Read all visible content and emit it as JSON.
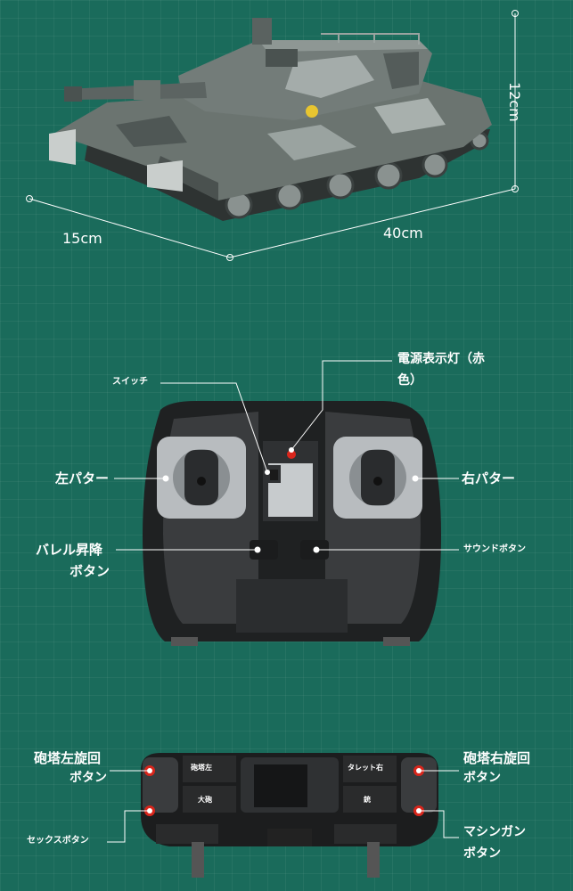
{
  "dimensions": {
    "height": "12cm",
    "width": "15cm",
    "length": "40cm"
  },
  "remote": {
    "power_led": "電源表示灯（赤",
    "power_led_2": "色）",
    "switch": "スイッチ",
    "left_stick": "左パター",
    "right_stick": "右パター",
    "barrel_button_1": "バレル昇降",
    "barrel_button_2": "ボタン",
    "sound_button": "サウンドボタン"
  },
  "remote_top": {
    "turret_left_1": "砲塔左旋回",
    "turret_left_2": "ボタン",
    "turret_right_1": "砲塔右旋回",
    "turret_right_2": "ボタン",
    "sex_button": "セックスボタン",
    "machine_gun_1": "マシンガン",
    "machine_gun_2": "ボタン",
    "small_turret_left": "砲塔左",
    "small_cannon": "大砲",
    "small_turret_right": "タレット右",
    "small_gun": "銃"
  },
  "colors": {
    "background": "#1a6b5b",
    "tank_body": "#6b7470",
    "remote_body": "#3a3c3e",
    "stick_plate": "#b8bcbf",
    "led": "#d9261c"
  }
}
